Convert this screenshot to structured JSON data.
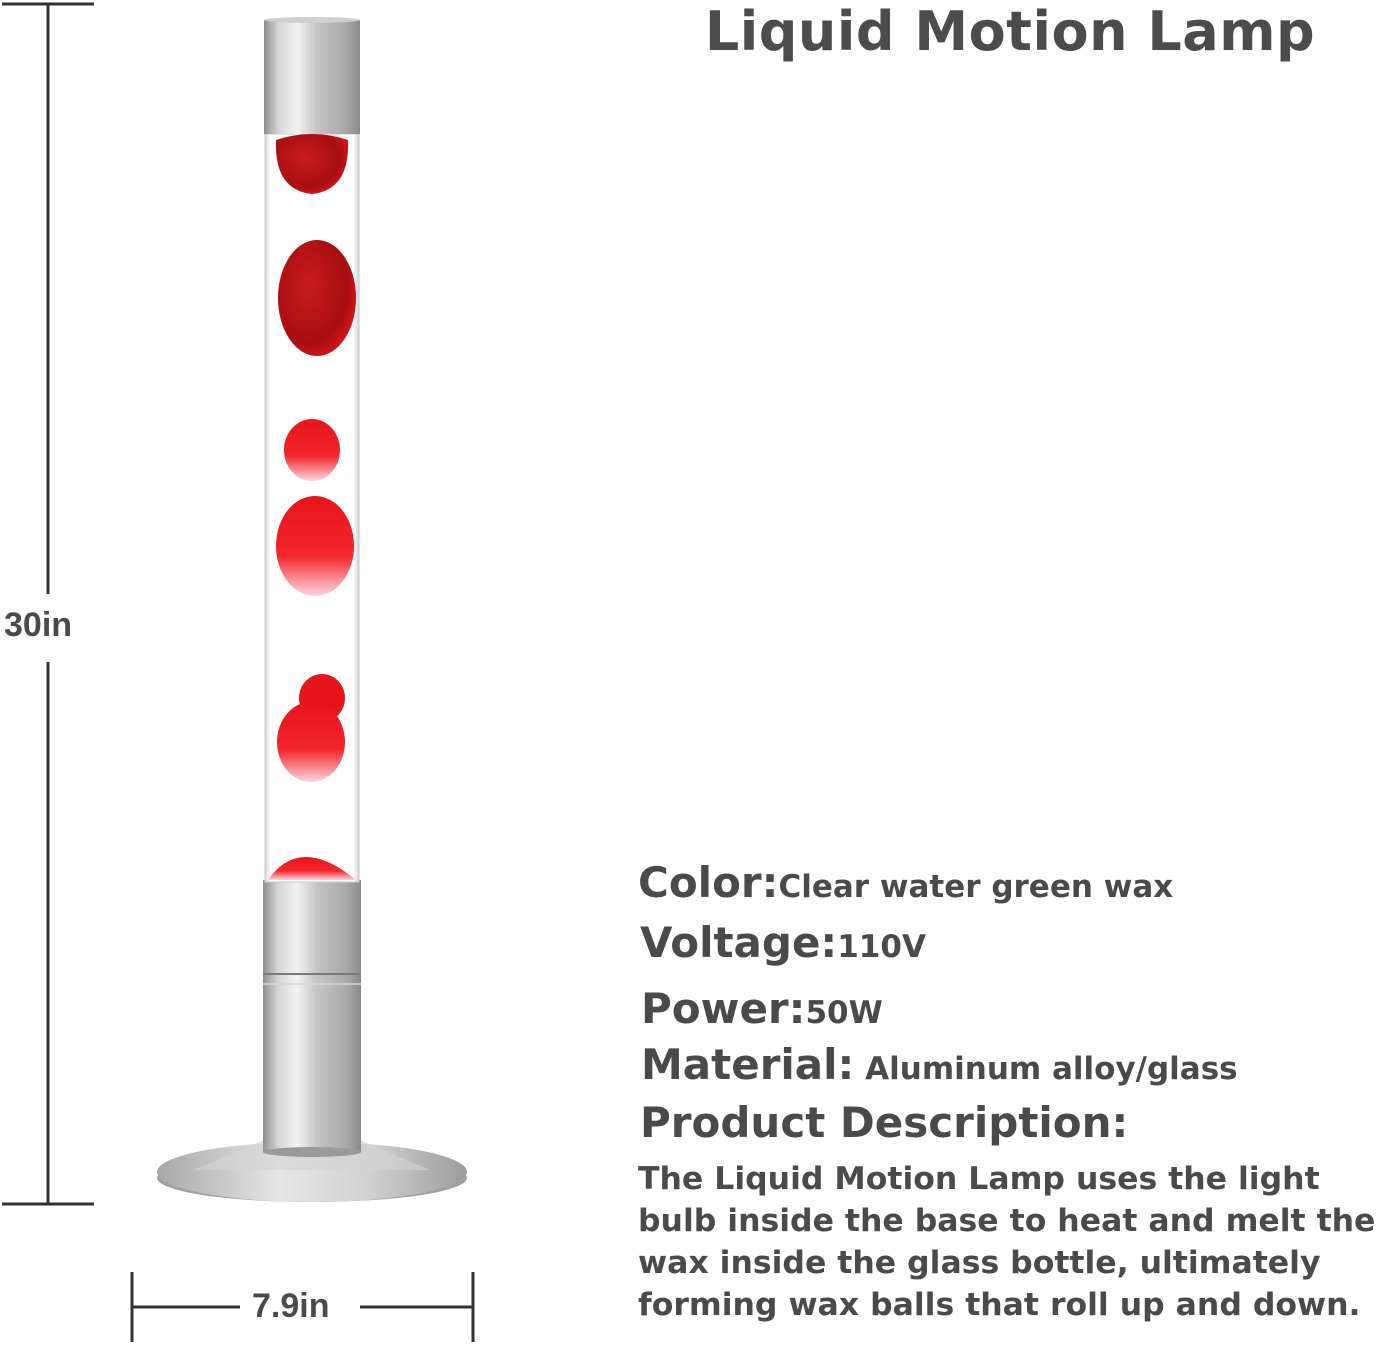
{
  "title": "Liquid Motion Lamp",
  "dimensions": {
    "height": "30in",
    "width": "7.9in"
  },
  "specs": {
    "color_label": "Color:",
    "color_value": "Clear water green wax",
    "voltage_label": "Voltage:",
    "voltage_value": "110V",
    "power_label": "Power:",
    "power_value": "50W",
    "material_label": "Material:",
    "material_value": " Aluminum alloy/glass"
  },
  "description": {
    "heading": "Product Description:",
    "body": "The Liquid Motion Lamp uses the light bulb inside the base to heat and melt the wax inside the glass bottle, ultimately forming wax balls that roll up and down."
  },
  "colors": {
    "text": "#4a4a4a",
    "wax": "#e8141b",
    "metal": "#b8b8b8"
  }
}
